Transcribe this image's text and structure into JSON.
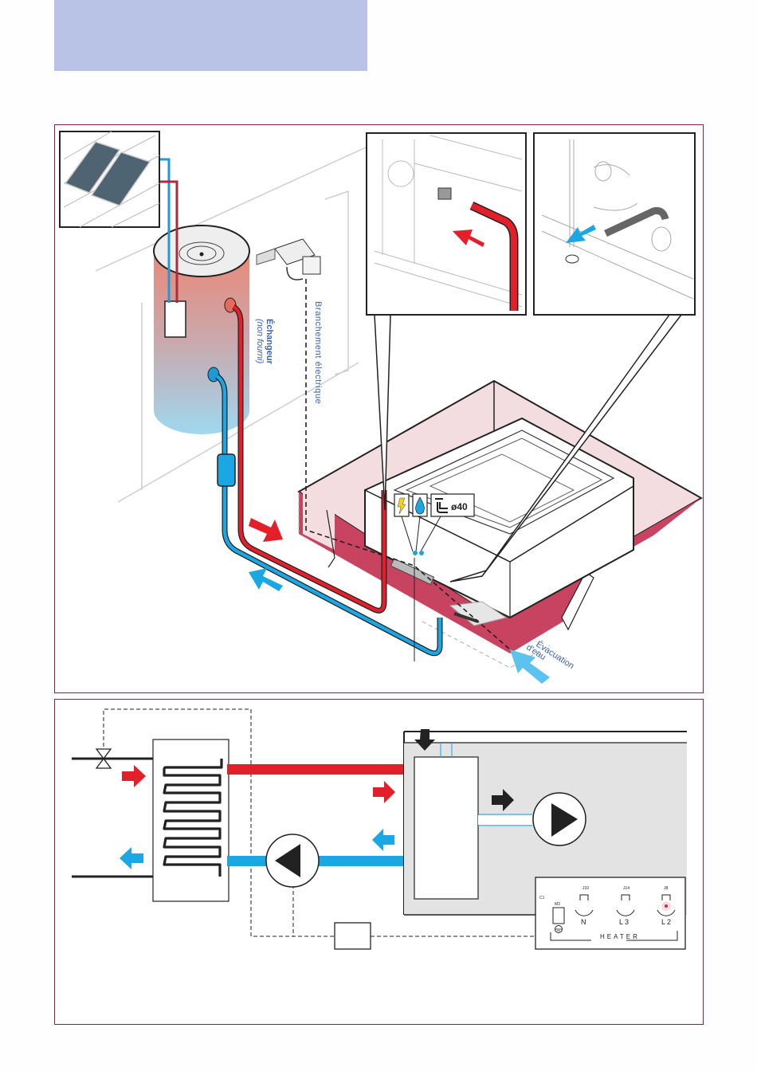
{
  "header": {
    "title": ""
  },
  "colors": {
    "header_band": "#b9c3e6",
    "frame_border": "#8a1f55",
    "hot": "#e3202a",
    "cold": "#1aa7e4",
    "label_blue": "#3a63b0",
    "floor_red": "#c8435f",
    "floor_pink": "#f3dde1",
    "panel_grey": "#e3e3e3"
  },
  "installation_view": {
    "labels": {
      "exchanger_title": "Échangeur",
      "exchanger_note": "(non fourni)",
      "electrical": "Branchement électrique",
      "drain_line1": "Évacuation",
      "drain_line2": "d'eau"
    },
    "connection_badges": [
      {
        "icon": "lightning-icon",
        "text": ""
      },
      {
        "icon": "water-drop-icon",
        "text": ""
      },
      {
        "icon": "drain-pipe-icon",
        "text": "ø40"
      }
    ],
    "insets": [
      "solar-panels-inset",
      "hot-inlet-inset",
      "cold-outlet-inset"
    ]
  },
  "schematic": {
    "heater_panel": {
      "ref": "C1",
      "ground_connector": "M3",
      "terminals": [
        {
          "ref": "J10",
          "label": "N"
        },
        {
          "ref": "J14",
          "label": "L3"
        },
        {
          "ref": "J8",
          "label": "L2"
        }
      ],
      "title": "HEATER"
    },
    "components": [
      "valve",
      "heat-exchanger-coil",
      "circulation-pump",
      "spa-heater",
      "spa-pump",
      "controller-box"
    ]
  }
}
